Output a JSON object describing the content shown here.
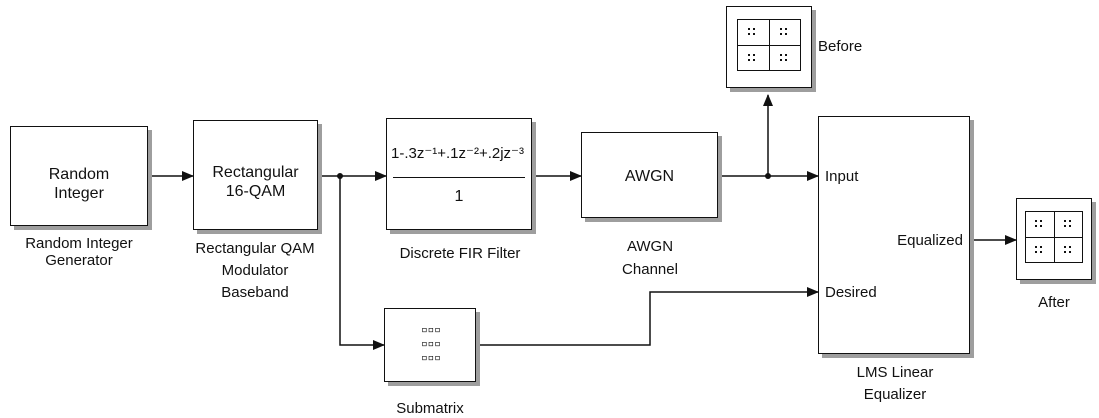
{
  "blocks": {
    "random_integer": {
      "inner": "Random\nInteger",
      "label": "Random Integer\nGenerator"
    },
    "qam": {
      "inner": "Rectangular\n16-QAM",
      "label": "Rectangular QAM\nModulator\nBaseband"
    },
    "fir": {
      "numerator": "1-.3z⁻¹+.1z⁻²+.2jz⁻³",
      "denominator": "1",
      "label": "Discrete FIR Filter"
    },
    "awgn": {
      "inner": "AWGN",
      "label": "AWGN\nChannel"
    },
    "submatrix": {
      "label": "Submatrix"
    },
    "lms": {
      "port_input": "Input",
      "port_desired": "Desired",
      "port_equalized": "Equalized",
      "label": "LMS Linear\nEqualizer"
    },
    "scope_before": {
      "label": "Before"
    },
    "scope_after": {
      "label": "After"
    }
  }
}
